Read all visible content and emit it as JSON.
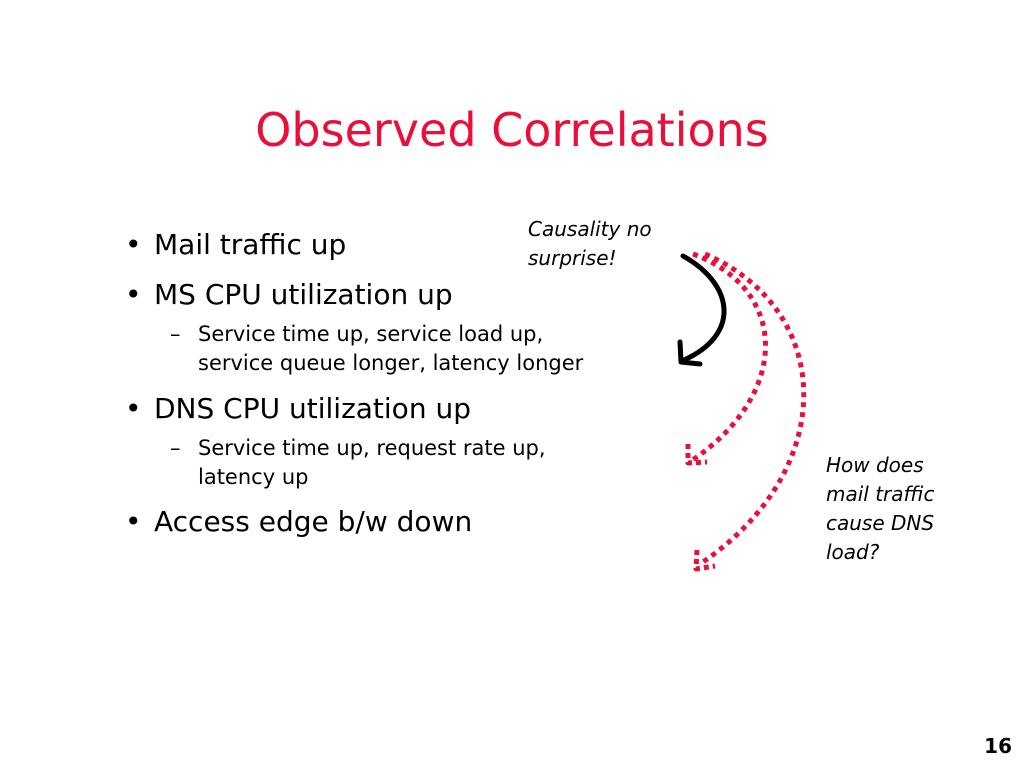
{
  "slide": {
    "title": "Observed Correlations",
    "bullets": [
      "Mail traffic up",
      "MS CPU utilization up",
      "DNS CPU utilization up",
      "Access edge b/w down"
    ],
    "bullet_marker": "•",
    "sub_marker": "–",
    "subbullets": {
      "ms_cpu": [
        "Service time up, service load up,",
        "service queue longer, latency longer"
      ],
      "dns_cpu": [
        "Service time up, request rate up,",
        "latency up"
      ]
    },
    "note_causality": [
      "Causality no",
      "surprise!"
    ],
    "note_question": [
      "How does",
      "mail traffic",
      "cause DNS",
      "load?"
    ],
    "page_number": "16"
  },
  "colors": {
    "title": "#e8103a",
    "dotted_arrow": "#e8103a",
    "solid_arrow": "#000000"
  }
}
